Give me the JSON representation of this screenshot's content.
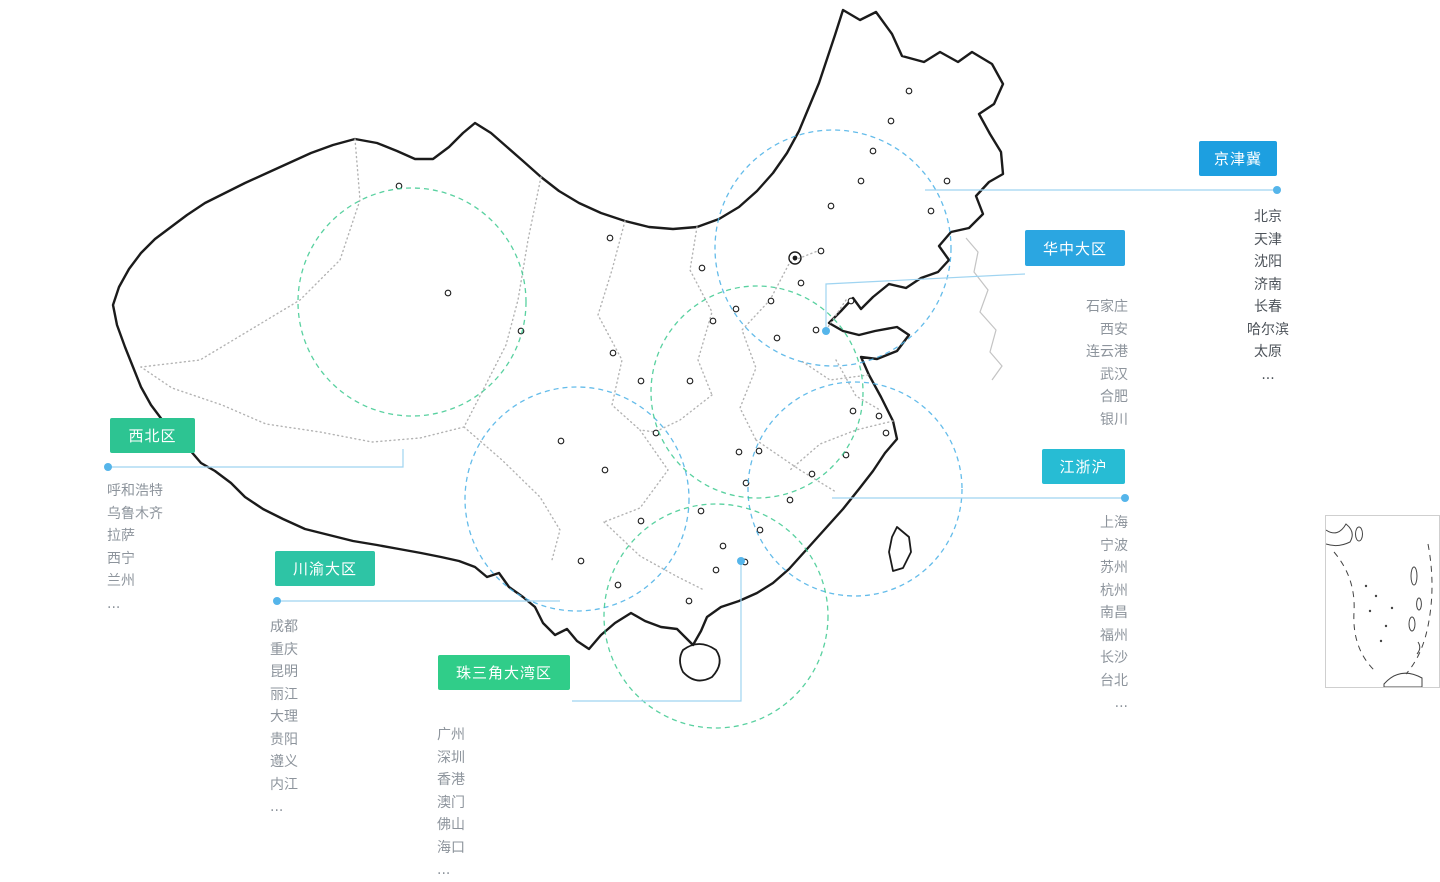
{
  "map": {
    "outline_color": "#1b1b1b",
    "province_border_color": "#b3b3b3",
    "neighbor_color": "#c4c4c4",
    "connector_color": "#9fd4f1",
    "connector_dot_color": "#55b5ea",
    "circle_blue": "#49b0e6",
    "circle_green": "#3cc98f"
  },
  "regions": [
    {
      "id": "jingjinji",
      "label": "京津冀",
      "color": "#1d9fe0",
      "cities_color": "#4d535a",
      "cities": [
        "北京",
        "天津",
        "沈阳",
        "济南",
        "长春",
        "哈尔滨",
        "太原",
        "..."
      ]
    },
    {
      "id": "huazhong",
      "label": "华中大区",
      "color": "#2ba6e1",
      "cities_color": "#8d949c",
      "cities": [
        "石家庄",
        "西安",
        "连云港",
        "武汉",
        "合肥",
        "银川"
      ]
    },
    {
      "id": "xibei",
      "label": "西北区",
      "color": "#2dc492",
      "cities_color": "#8d949c",
      "cities": [
        "呼和浩特",
        "乌鲁木齐",
        "拉萨",
        "西宁",
        "兰州",
        "..."
      ]
    },
    {
      "id": "jiangzhehu",
      "label": "江浙沪",
      "color": "#27bcd4",
      "cities_color": "#8d949c",
      "cities": [
        "上海",
        "宁波",
        "苏州",
        "杭州",
        "南昌",
        "福州",
        "长沙",
        "台北",
        "..."
      ]
    },
    {
      "id": "chuanyu",
      "label": "川渝大区",
      "color": "#2ec4a5",
      "cities_color": "#8d949c",
      "cities": [
        "成都",
        "重庆",
        "昆明",
        "丽江",
        "大理",
        "贵阳",
        "遵义",
        "内江",
        "..."
      ]
    },
    {
      "id": "zhusanjiao",
      "label": "珠三角大湾区",
      "color": "#30cd89",
      "cities_color": "#8d949c",
      "cities": [
        "广州",
        "深圳",
        "香港",
        "澳门",
        "佛山",
        "海口",
        "..."
      ]
    }
  ]
}
